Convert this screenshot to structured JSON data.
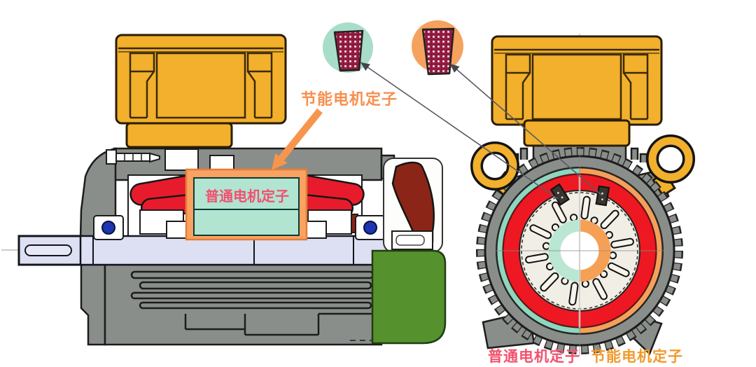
{
  "diagram": {
    "type": "motor-stator-comparison-cross-section",
    "labels": {
      "energy_saving_stator_callout": "节能电机定子",
      "ordinary_stator_box": "普通电机定子",
      "bottom_left_half": "普通电机定子",
      "bottom_right_half": "节能电机定子"
    },
    "callouts": {
      "ordinary_slot_badge": "ordinary-motor-stator-slot",
      "energy_saving_slot_badge": "energy-saving-motor-stator-slot"
    },
    "colors": {
      "terminal_box_yellow": "#f2b02c",
      "body_gray": "#8a8e8a",
      "stator_red": "#ee1822",
      "winding_red": "#e81b2c",
      "fan_cover_green": "#55912d",
      "fan_blade_maroon": "#8b2518",
      "shaft_lavender": "#dde0f2",
      "ordinary_accent_teal": "#a8ddca",
      "energy_saving_accent_orange": "#f5a25e",
      "slot_wire_maroon": "#9c2147",
      "bearing_blue": "#1b36b0",
      "label_pink": "#f3516d",
      "label_orange": "#f09a2e",
      "callout_line_gray": "#5a5a66"
    }
  }
}
